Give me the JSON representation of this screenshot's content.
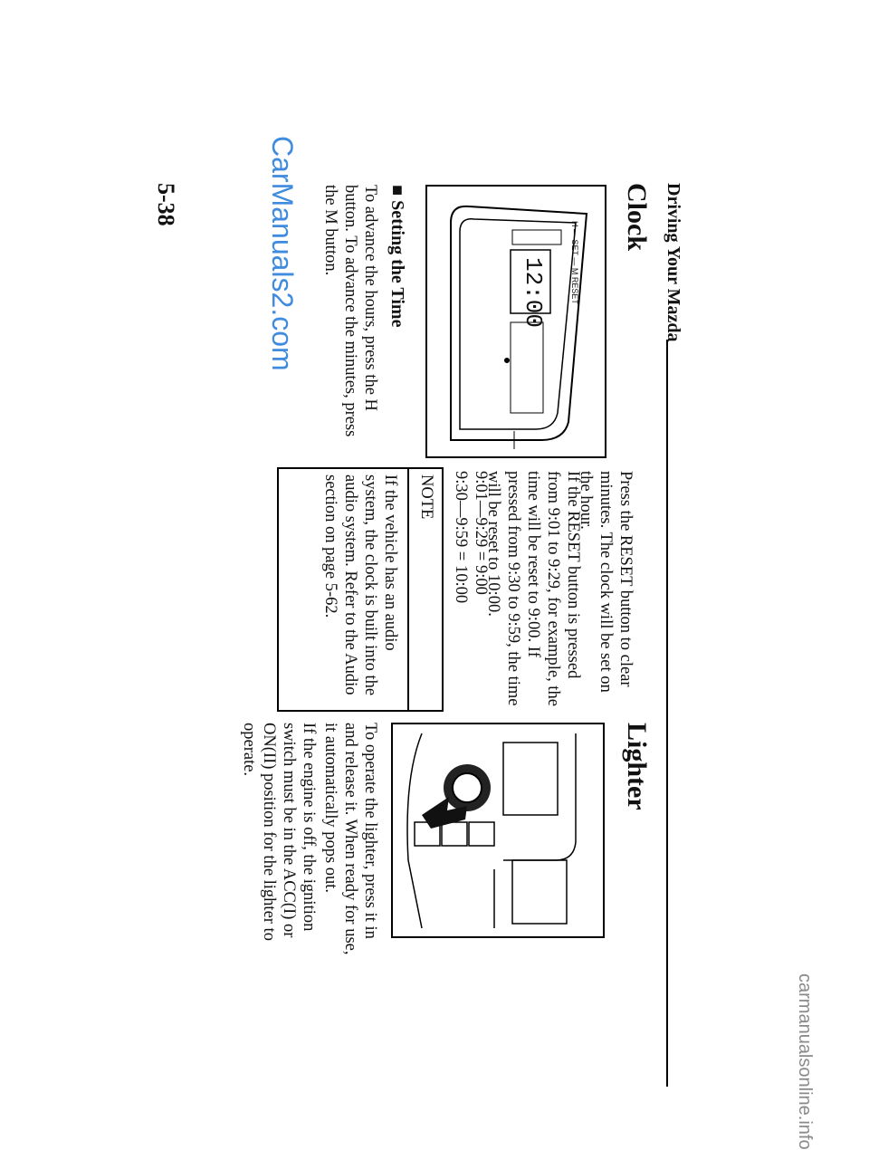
{
  "header": {
    "section_title": "Driving Your Mazda"
  },
  "clock": {
    "heading": "Clock",
    "figure_display": "12:00",
    "figure_buttons": "H — SET — M   RESET",
    "reset_paragraph": "Press the RESET button to clear minutes. The clock will be set on the hour.",
    "example_paragraph": "If the RESET button is pressed from 9:01 to 9:29, for example, the time will be reset to 9:00. If pressed from 9:30 to 9:59, the time will be reset to 10:00.",
    "example_line_1": "9:01—9:29 =   9:00",
    "example_line_2": "9:30—9:59 = 10:00",
    "setting_heading": "Setting the Time",
    "setting_bullet": "■",
    "setting_paragraph": "To advance the hours, press the H button. To advance the minutes, press the M button."
  },
  "note": {
    "label": "NOTE",
    "text": "If the vehicle has an audio system, the clock is built into the audio system. Refer to the Audio section on page 5-62."
  },
  "lighter": {
    "heading": "Lighter",
    "paragraph_1": "To operate the lighter, press it in and release it. When ready for use, it automatically pops out.",
    "paragraph_2": "If the engine is off, the ignition switch must be in the ACC(I) or ON(II) position for the lighter to operate."
  },
  "page_number": "5-38",
  "watermark": "CarManuals2.com",
  "footer_watermark": "carmanualsonline.info"
}
